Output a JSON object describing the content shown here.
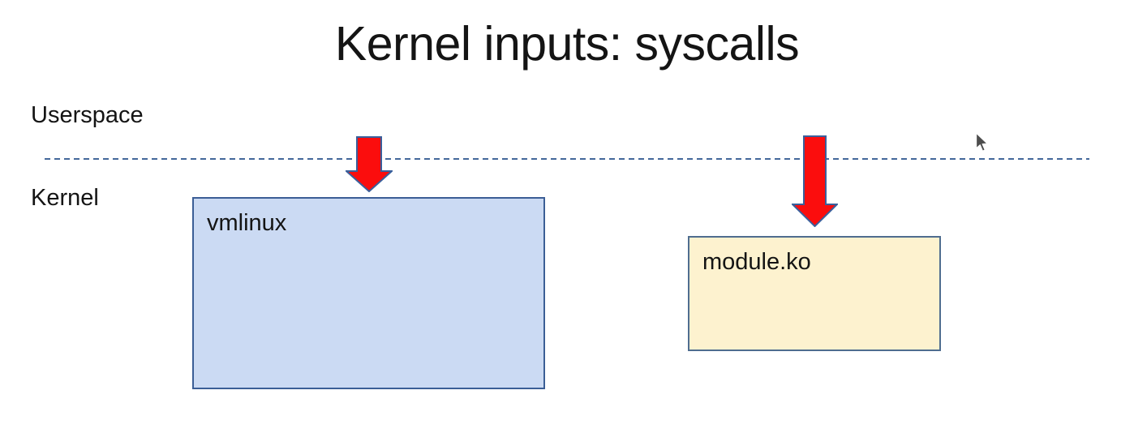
{
  "slide": {
    "title": "Kernel inputs: syscalls",
    "regions": {
      "userspace_label": "Userspace",
      "kernel_label": "Kernel"
    },
    "shapes": {
      "vmlinux_box": {
        "label": "vmlinux",
        "fill": "#cbdaf3",
        "border": "#3b5e96"
      },
      "module_box": {
        "label": "module.ko",
        "fill": "#fdf2cf",
        "border": "#4f6d8f"
      },
      "syscall_arrows": {
        "direction": "down",
        "fill": "#fb0d0d",
        "border": "#3a5f9b"
      },
      "divider": {
        "style": "dashed",
        "color": "#44689a"
      }
    }
  }
}
